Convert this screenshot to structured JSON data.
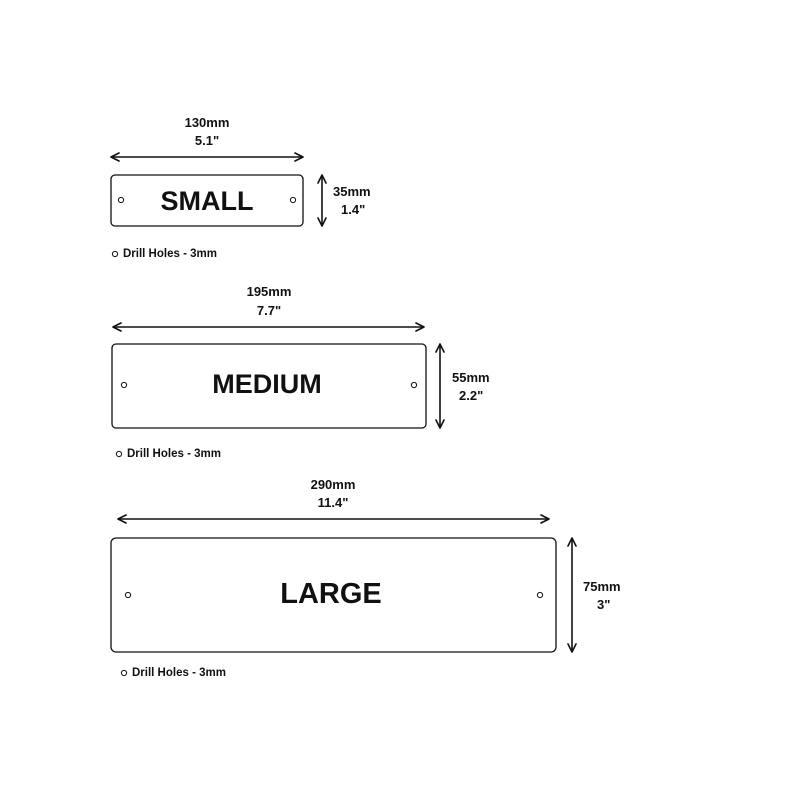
{
  "plates": [
    {
      "name": "SMALL",
      "width_mm": "130mm",
      "width_in": "5.1\"",
      "height_mm": "35mm",
      "height_in": "1.4\"",
      "holes_note": "Drill Holes - 3mm"
    },
    {
      "name": "MEDIUM",
      "width_mm": "195mm",
      "width_in": "7.7\"",
      "height_mm": "55mm",
      "height_in": "2.2\"",
      "holes_note": "Drill Holes - 3mm"
    },
    {
      "name": "LARGE",
      "width_mm": "290mm",
      "width_in": "11.4\"",
      "height_mm": "75mm",
      "height_in": "3\"",
      "holes_note": "Drill Holes - 3mm"
    }
  ]
}
